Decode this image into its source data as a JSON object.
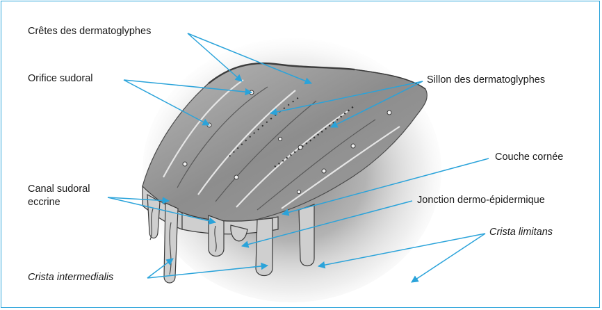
{
  "labels": {
    "cretes": "Crêtes des dermatoglyphes",
    "orifice": "Orifice sudoral",
    "sillon": "Sillon des dermatoglyphes",
    "couche": "Couche cornée",
    "canal_line1": "Canal sudoral",
    "canal_line2": "eccrine",
    "jonction": "Jonction dermo-épidermique",
    "crista_limitans": "Crista limitans",
    "crista_intermedialis": "Crista intermedialis"
  },
  "colors": {
    "frame": "#2aa3da",
    "leader": "#2aa3da",
    "text": "#1a1a1a"
  }
}
